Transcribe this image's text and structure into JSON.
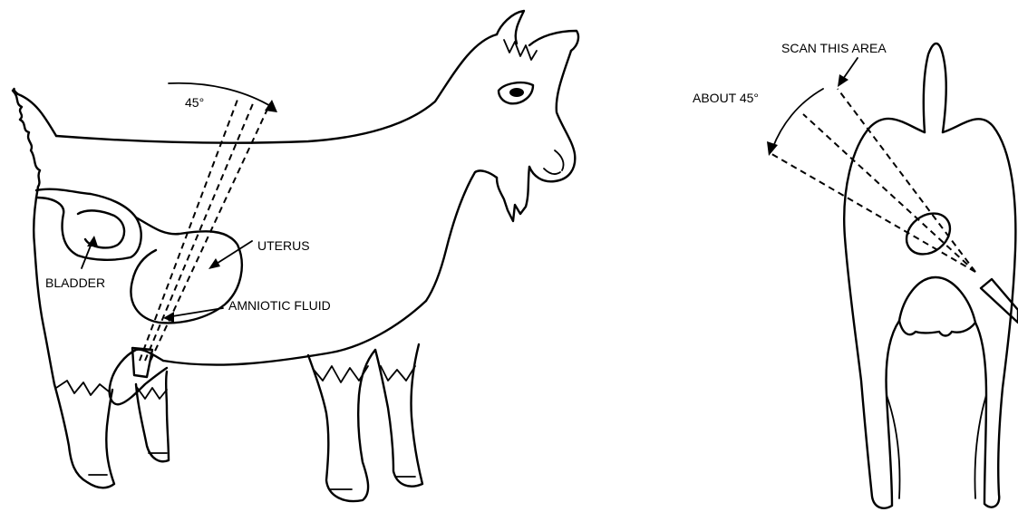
{
  "side_view": {
    "angle_label": "45°",
    "labels": {
      "uterus": "UTERUS",
      "bladder": "BLADDER",
      "amniotic_fluid": "AMNIOTIC FLUID"
    }
  },
  "rear_view": {
    "scan_label": "SCAN THIS AREA",
    "angle_label": "ABOUT 45°"
  }
}
